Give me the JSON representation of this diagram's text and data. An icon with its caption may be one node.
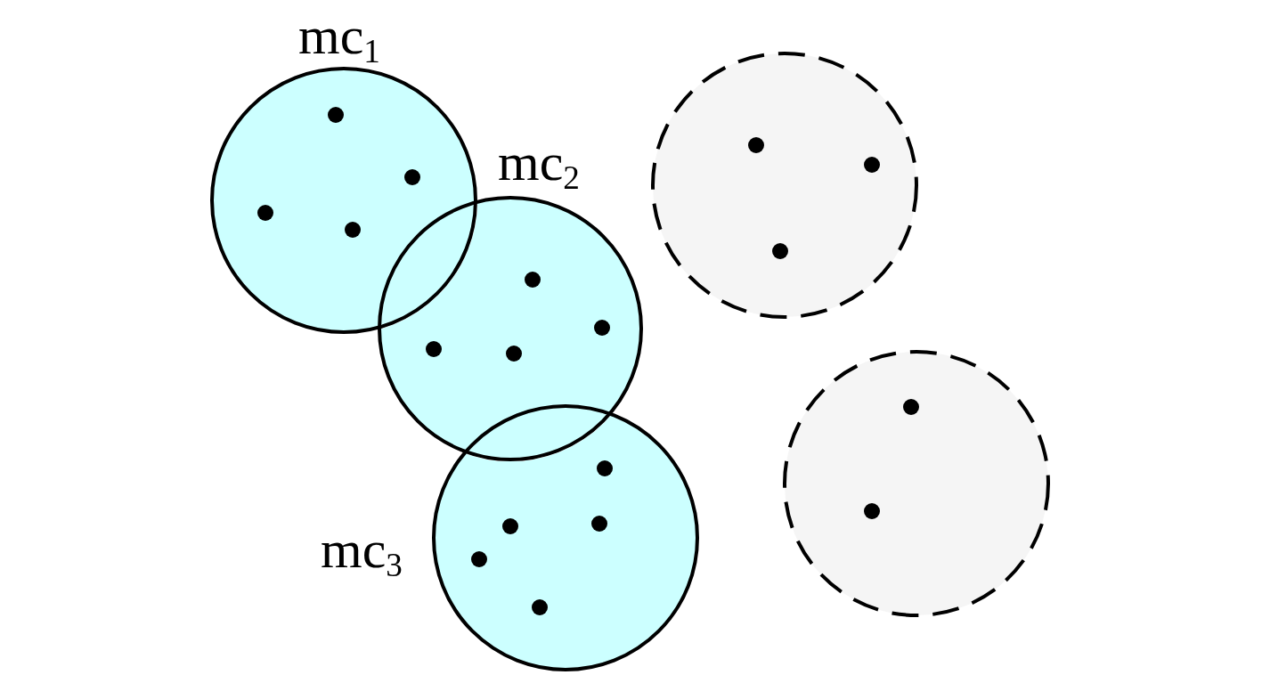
{
  "diagram": {
    "nodes": [
      {
        "text": [
          "mc$_{1}$"
        ]
      },
      {
        "text": [
          "mc$_{2}$"
        ]
      },
      {
        "text": [
          "mc$_{3}$"
        ]
      },
      {
        "text": [],
        "shape": "circle"
      },
      {
        "text": [],
        "shape": "circle"
      }
    ],
    "edges": []
  }
}
